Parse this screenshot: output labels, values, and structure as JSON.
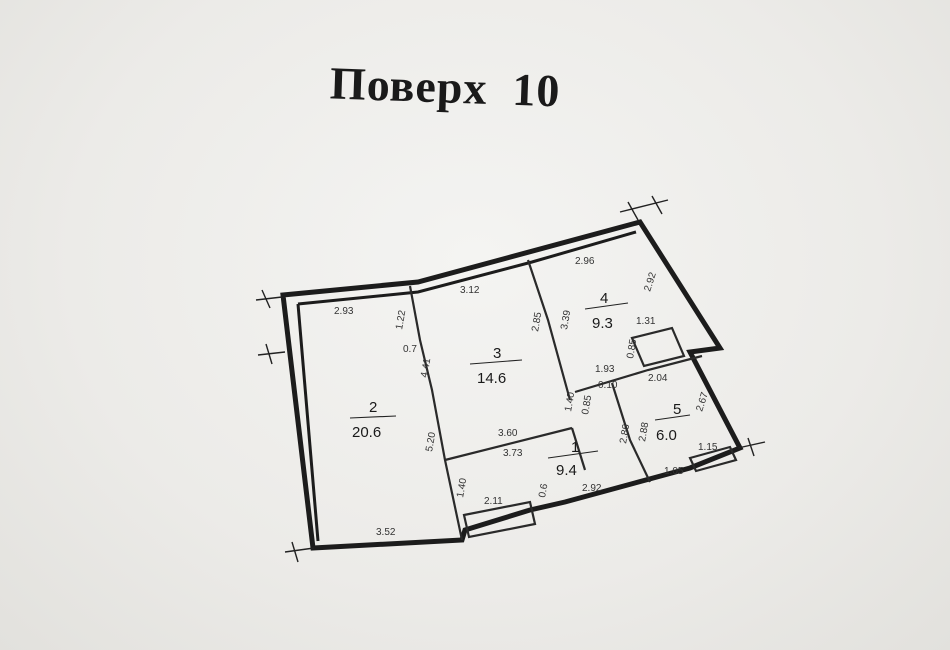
{
  "title": "Поверх  10",
  "rooms": [
    {
      "number": "1",
      "area": "9.4"
    },
    {
      "number": "2",
      "area": "20.6"
    },
    {
      "number": "3",
      "area": "14.6"
    },
    {
      "number": "4",
      "area": "9.3"
    },
    {
      "number": "5",
      "area": "6.0"
    }
  ],
  "dimensions": {
    "r2_top": "2.93",
    "r2_side": "1.22",
    "r2_small": "0.7",
    "r2_wall": "4.41",
    "r2_right": "5.20",
    "r2_bottom": "3.52",
    "r3_top": "3.12",
    "r3_left": "2.85",
    "r3_right": "3.39",
    "r3_bottom_a": "3.60",
    "r3_bottom_b": "3.73",
    "r3_small": "1.40",
    "r4_top": "2.96",
    "r4_right": "2.92",
    "r4_niche": "1.31",
    "r4_small": "0.85",
    "r4_bottom": "1.93",
    "r4_small2": "0.10",
    "c_small": "0.85",
    "c_left": "1.40",
    "c_bottom_a": "2.11",
    "c_small2": "0.6",
    "c_bottom_b": "2.92",
    "c_mid_a": "2.86",
    "c_mid_b": "2.88",
    "r5_top": "2.04",
    "r5_right": "2.67",
    "r5_bottom": "1.05",
    "r5_corner": "1.15"
  }
}
